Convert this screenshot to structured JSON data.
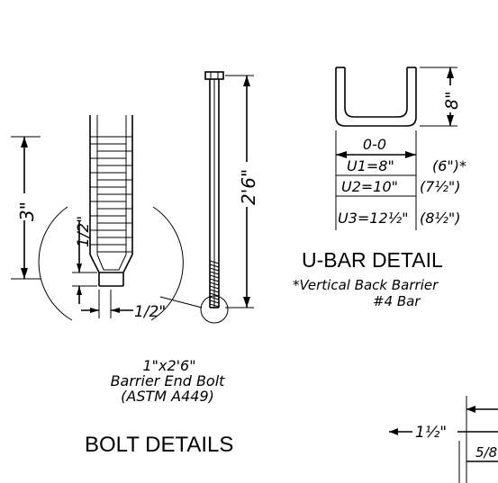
{
  "bolt": {
    "dim_length": "2'6\"",
    "dim_thread": "3\"",
    "dim_half_v": "1/2\"",
    "dim_half_h": "1/2\"",
    "caption_size": "1\"x2'6\"",
    "caption_name": "Barrier End Bolt",
    "caption_spec": "(ASTM  A449)",
    "section_title": "BOLT DETAILS"
  },
  "ubar": {
    "dim_height": "8\"",
    "dim_width": "0-0",
    "rows": [
      {
        "label": "U1=8\"",
        "alt": "(6\")*"
      },
      {
        "label": "U2=10\"",
        "alt": "(7½\")"
      },
      {
        "label": "U3=12½\"",
        "alt": "(8½\")"
      }
    ],
    "section_title": "U-BAR DETAIL",
    "note_line1": "*Vertical Back Barrier",
    "note_line2": "#4  Bar"
  },
  "partial": {
    "dim_left": "1½\"",
    "dim_frac": "5/8"
  }
}
